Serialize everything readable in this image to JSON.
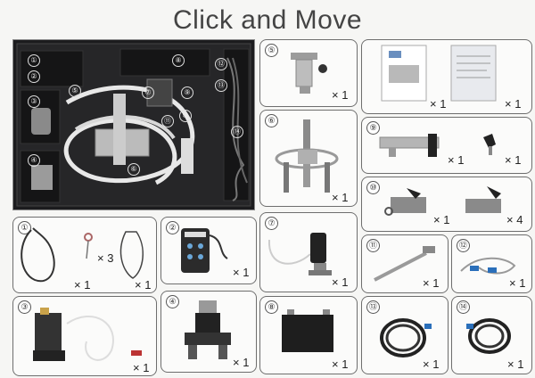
{
  "title": "Click and Move",
  "case_labels": [
    "①",
    "②",
    "③",
    "④",
    "⑤",
    "⑥",
    "⑦",
    "⑧",
    "⑨",
    "⑩",
    "⑪",
    "⑫",
    "⑬",
    "⑭"
  ],
  "panels": [
    {
      "id": "p5",
      "num": "⑤",
      "qtys": [
        "× 1"
      ]
    },
    {
      "id": "pdocs",
      "num": "",
      "qtys": [
        "× 1",
        "× 1"
      ]
    },
    {
      "id": "p6",
      "num": "⑥",
      "qtys": [
        "× 1"
      ]
    },
    {
      "id": "p9",
      "num": "⑨",
      "qtys": [
        "× 1",
        "× 1"
      ]
    },
    {
      "id": "p10",
      "num": "⑩",
      "qtys": [
        "× 1",
        "× 4"
      ]
    },
    {
      "id": "p1",
      "num": "①",
      "qtys": [
        "× 3",
        "× 1",
        "× 1"
      ]
    },
    {
      "id": "p2",
      "num": "②",
      "qtys": [
        "× 1"
      ]
    },
    {
      "id": "p7",
      "num": "⑦",
      "qtys": [
        "× 1"
      ]
    },
    {
      "id": "p11",
      "num": "⑪",
      "qtys": [
        "× 1"
      ]
    },
    {
      "id": "p12",
      "num": "⑫",
      "qtys": [
        "× 1"
      ]
    },
    {
      "id": "p3",
      "num": "③",
      "qtys": [
        "× 1"
      ]
    },
    {
      "id": "p4",
      "num": "④",
      "qtys": [
        "× 1"
      ]
    },
    {
      "id": "p8",
      "num": "⑧",
      "qtys": [
        "× 1"
      ]
    },
    {
      "id": "p13",
      "num": "⑬",
      "qtys": [
        "× 1"
      ]
    },
    {
      "id": "p14",
      "num": "⑭",
      "qtys": [
        "× 1"
      ]
    }
  ]
}
